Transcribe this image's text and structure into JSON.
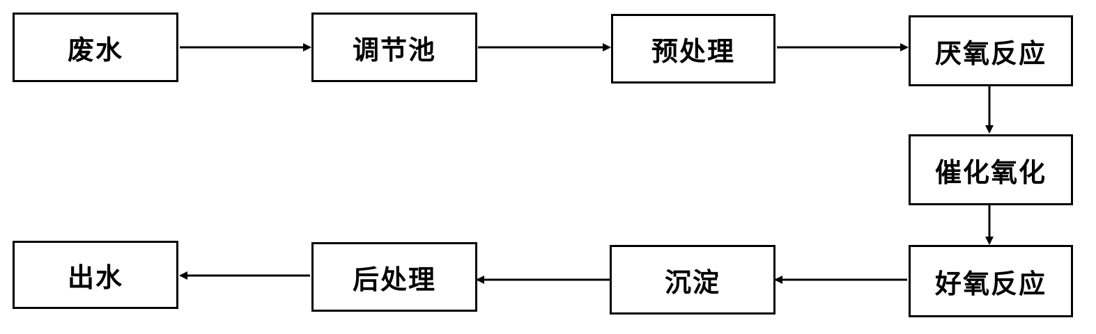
{
  "steps": {
    "wastewater": "废水",
    "equalization_tank": "调节池",
    "pretreatment": "预处理",
    "anaerobic_reaction": "厌氧反应",
    "catalytic_oxidation": "催化氧化",
    "aerobic_reaction": "好氧反应",
    "sedimentation": "沉淀",
    "post_treatment": "后处理",
    "effluent": "出水"
  },
  "flow_order": [
    "wastewater",
    "equalization_tank",
    "pretreatment",
    "anaerobic_reaction",
    "catalytic_oxidation",
    "aerobic_reaction",
    "sedimentation",
    "post_treatment",
    "effluent"
  ],
  "colors": {
    "line": "#000000",
    "box_border": "#000000",
    "background": "#ffffff"
  }
}
